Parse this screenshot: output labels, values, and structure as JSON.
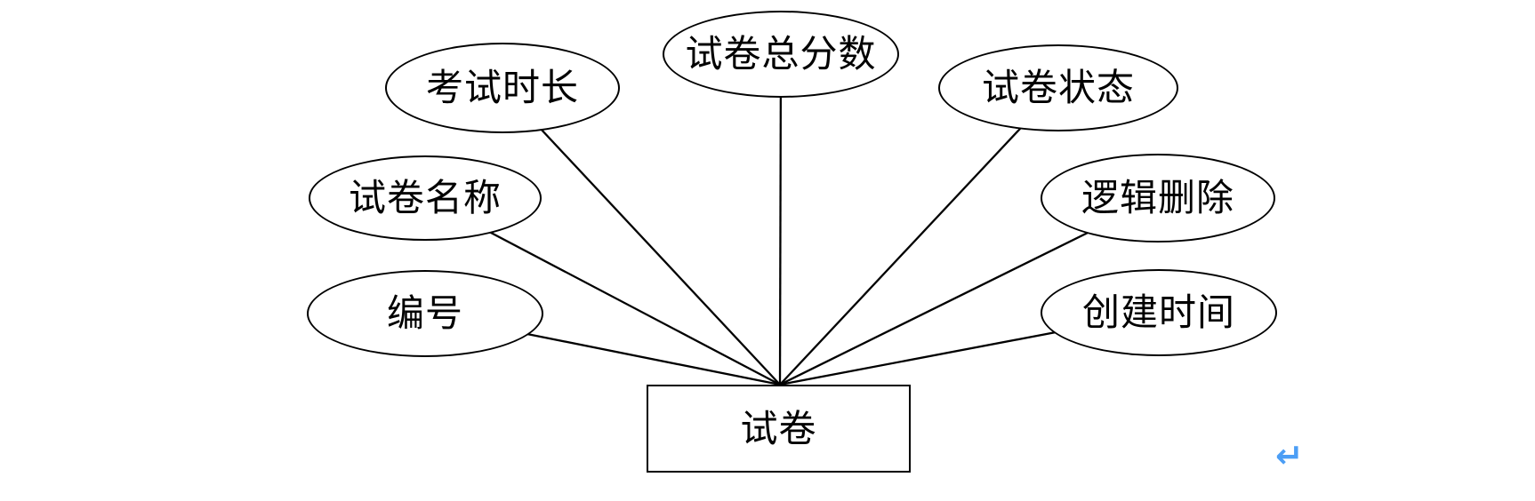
{
  "diagram": {
    "type": "er-attribute-diagram",
    "entity": {
      "label": "试卷"
    },
    "attributes": [
      {
        "label": "考试时长"
      },
      {
        "label": "试卷总分数"
      },
      {
        "label": "试卷状态"
      },
      {
        "label": "试卷名称"
      },
      {
        "label": "逻辑删除"
      },
      {
        "label": "编号"
      },
      {
        "label": "创建时间"
      }
    ],
    "colors": {
      "stroke": "#000000",
      "text": "#000000",
      "background": "#ffffff",
      "return_mark": "#4c9ef5"
    },
    "return_mark": {
      "glyph": "↵"
    }
  }
}
